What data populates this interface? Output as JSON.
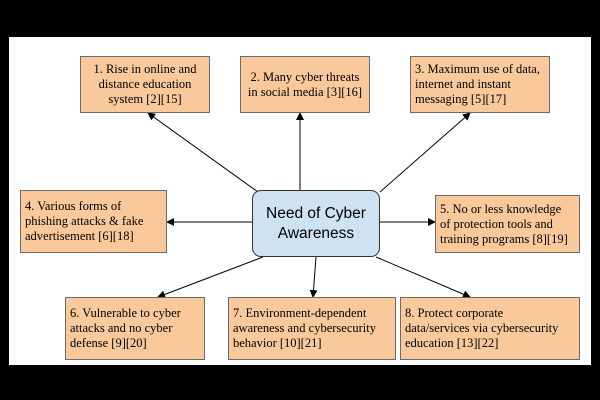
{
  "center": {
    "label": "Need of Cyber\nAwareness"
  },
  "nodes": [
    {
      "id": "n1",
      "label": "1. Rise in online and\ndistance education\nsystem [2][15]"
    },
    {
      "id": "n2",
      "label": "2.  Many  cyber  threats\nin social media [3][16]"
    },
    {
      "id": "n3",
      "label": "3. Maximum use of data,\ninternet and instant\nmessaging [5][17]"
    },
    {
      "id": "n4",
      "label": "4. Various forms of\nphishing attacks & fake\nadvertisement [6][18]"
    },
    {
      "id": "n5",
      "label": "5. No or less knowledge\nof protection tools and\ntraining programs [8][19]"
    },
    {
      "id": "n6",
      "label": "6. Vulnerable to cyber\nattacks and no cyber\ndefense [9][20]"
    },
    {
      "id": "n7",
      "label": "7. Environment-dependent\nawareness and cybersecurity\nbehavior [10][21]"
    },
    {
      "id": "n8",
      "label": "8. Protect corporate\ndata/services via cybersecurity\neducation [13][22]"
    }
  ],
  "colors": {
    "node_fill": "#f9c99b",
    "center_fill": "#cfe2f3",
    "arrow": "#000000"
  }
}
